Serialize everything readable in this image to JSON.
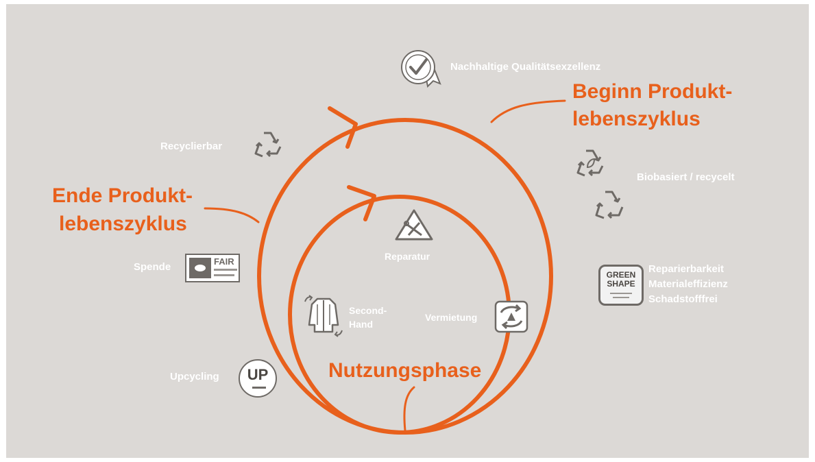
{
  "colors": {
    "accent": "#e8601c",
    "background": "#dcd9d6",
    "label": "#ffffff",
    "icon": "#6e6a66"
  },
  "headings": {
    "begin_line1": "Beginn Produkt-",
    "begin_line2": "lebenszyklus",
    "end_line1": "Ende Produkt-",
    "end_line2": "lebenszyklus",
    "use_phase": "Nutzungsphase"
  },
  "labels": {
    "quality": "Nachhaltige Qualitätsexzellenz",
    "recyclable": "Recyclierbar",
    "biobased": "Biobasiert / recycelt",
    "donation": "Spende",
    "repair": "Reparatur",
    "second_hand_1": "Second-",
    "second_hand_2": "Hand",
    "rental": "Vermietung",
    "upcycling": "Upcycling",
    "green_shape_1": "Reparierbarkeit",
    "green_shape_2": "Materialeffizienz",
    "green_shape_3": "Schadstofffrei"
  },
  "logos": {
    "fair_wear": "FAIR",
    "green_shape_1": "GREEN",
    "green_shape_2": "SHAPE",
    "up": "UP"
  },
  "icons": [
    "award-ribbon-icon",
    "recycle-icon",
    "leaf-recycle-icon",
    "recycle-icon",
    "fair-wear-logo",
    "repair-tools-icon",
    "jacket-exchange-icon",
    "rental-exchange-icon",
    "upcycling-logo",
    "green-shape-badge"
  ]
}
